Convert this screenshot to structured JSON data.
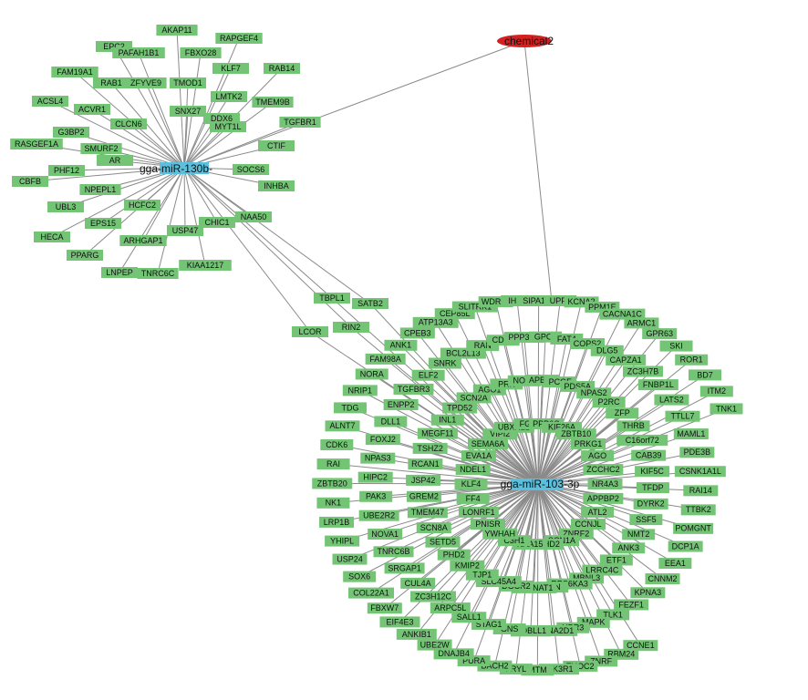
{
  "colors": {
    "gene_node": "#74c476",
    "mirna_node": "#5bc0de",
    "chemical_node": "#d42020",
    "edge": "#8a8a8a"
  },
  "hubs": {
    "mir130": "gga-miR-130b-",
    "mir103": "gga-miR-103-3p",
    "chemical": "chemical2"
  },
  "mir130_targets": [
    "AKAP11",
    "EPC2",
    "RAPGEF4",
    "PAFAH1B1",
    "FBXO28",
    "FAM19A1",
    "RAB1",
    "ZFYVE9",
    "KLF7",
    "RAB14",
    "TMOD1",
    "LMTK2",
    "ACSL4",
    "ACVR1",
    "SNX27",
    "TMEM9B",
    "DDX6",
    "CLCN6",
    "MYT1L",
    "TGFBR1",
    "G3BP2",
    "RASGEF1A",
    "SMURF2",
    "CTIF",
    "AR",
    "PHF12",
    "SOCS6",
    "CBFB",
    "INHBA",
    "NPEPL1",
    "UBL3",
    "HCFC2",
    "EPS15",
    "CHIC1",
    "NAA50",
    "HECA",
    "USP47",
    "ARHGAP1",
    "PPARG",
    "KIAA1217",
    "LNPEP",
    "TNRC6C"
  ],
  "shared_targets": [
    "TBPL1",
    "SATB2",
    "LCOR",
    "RIN2"
  ],
  "mir103_targets": [
    "NR4A3",
    "APPBP2",
    "ATL2",
    "CCNJL",
    "ZNRF2",
    "SCN1A",
    "ABHD2",
    "NAA15",
    "C3H1",
    "YWHAH",
    "PNISR",
    "LONRF1",
    "FF4",
    "KLF4",
    "NDEL1",
    "EVA1A",
    "SEMA6A",
    "VIPI2",
    "UBXN2B",
    "FGF7",
    "PPP6C",
    "KIF26A",
    "ZBTB10",
    "PRKG1",
    "AGO",
    "ZCCHC2",
    "SSF5",
    "NMT2",
    "ANK3",
    "ETF1",
    "LRRC4C",
    "MBNL3",
    "RPS6KA3",
    "NXN",
    "GNPNAT1",
    "DGCR2",
    "SLC45A4",
    "TJP1",
    "KMIP2",
    "PHD2",
    "SETD5",
    "SCN8A",
    "TMEM47",
    "GREM2",
    "JSP42",
    "RCAN1",
    "TSHZ2",
    "MEGF11",
    "INL1",
    "TPD52",
    "SCN2A",
    "AGO1",
    "PRK",
    "NOS1",
    "APBA1",
    "PCGF",
    "PDS5A",
    "NPAS2",
    "P2RC",
    "ZFP",
    "THRB",
    "C16orf72",
    "CAB39",
    "KIF5C",
    "TFDP",
    "DYRK2",
    "CNNM2",
    "KPNA3",
    "FEZF1",
    "TLK1",
    "MAPK",
    "UBR3",
    "CACNA2D1",
    "COBLL1",
    "GNS",
    "STAG1",
    "SALL1",
    "ARPC5L",
    "ZC3H12C",
    "CUL4A",
    "SRGAP1",
    "TNRC6B",
    "NOVA1",
    "UBE2R2",
    "PAK3",
    "HIPC2",
    "NPAS3",
    "FOXJ2",
    "DLL1",
    "ENPP2",
    "TGFBR3",
    "ELF2",
    "SNRK",
    "BCL2L13",
    "RAN",
    "CDK8",
    "PPP3R1",
    "GPC6",
    "FAT4",
    "COPS2",
    "DLG5",
    "CAPZA1",
    "ZC3H7B",
    "FNBP1L",
    "LATS2",
    "TTLL7",
    "MAML1",
    "PDE3B",
    "CSNK1A1L",
    "RAI14",
    "TTBK2",
    "POMGNT",
    "DCP1A",
    "EEA1",
    "CCNE1",
    "RBM24",
    "ZNRF",
    "THOC2",
    "PIK3R1",
    "MTM",
    "FRYL",
    "BACH2",
    "PURA",
    "DNAJB4",
    "UBE2W",
    "ANKIB1",
    "EIF4E3",
    "FBXW7",
    "COL22A1",
    "SOX6",
    "USP24",
    "YHIPL",
    "LRP1B",
    "NK1",
    "ZBTB20",
    "RAI",
    "CDK6",
    "ALNT7",
    "TDG",
    "NRIP1",
    "NORA",
    "FAM98A",
    "ANK1",
    "CPEB3",
    "ATP13A3",
    "CEP85L",
    "SLITRK1",
    "WDR20",
    "IHZ1",
    "SIPA1L2",
    "UPF2",
    "KCNA2",
    "PPM1E",
    "CACNA1C",
    "ARMC1",
    "GPR63",
    "SKI",
    "ROR1",
    "BD7",
    "ITM2",
    "TNK1"
  ]
}
